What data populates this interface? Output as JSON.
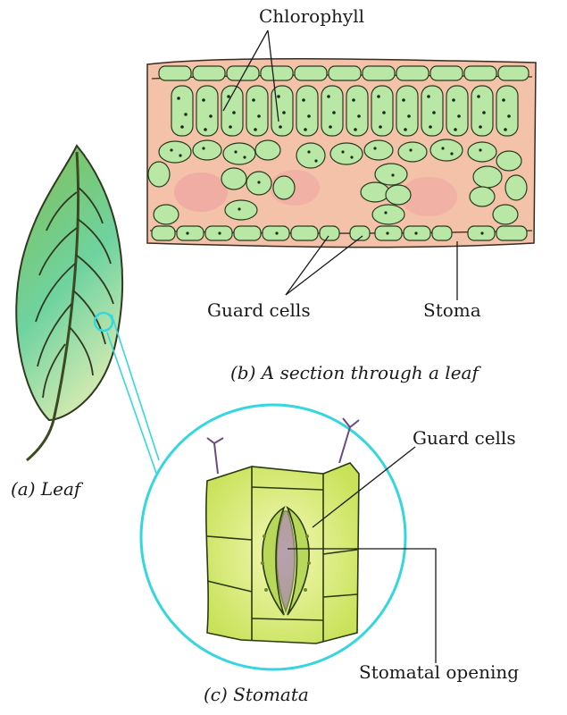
{
  "labels": {
    "chlorophyll": "Chlorophyll",
    "guard_cells_section": "Guard cells",
    "stoma": "Stoma",
    "guard_cells_stomata": "Guard cells",
    "stomatal_opening": "Stomatal opening"
  },
  "captions": {
    "leaf": "(a) Leaf",
    "section": "(b) A section through a leaf",
    "stomata": "(c) Stomata"
  },
  "colors": {
    "leaf_green": "#7fd08a",
    "leaf_tip": "#b08a3a",
    "cell_green": "#b9e8a6",
    "tissue_pink": "#f2b9a0",
    "stomata_yellow": "#d9ec6a",
    "zoom_circle": "#35d6e0"
  }
}
